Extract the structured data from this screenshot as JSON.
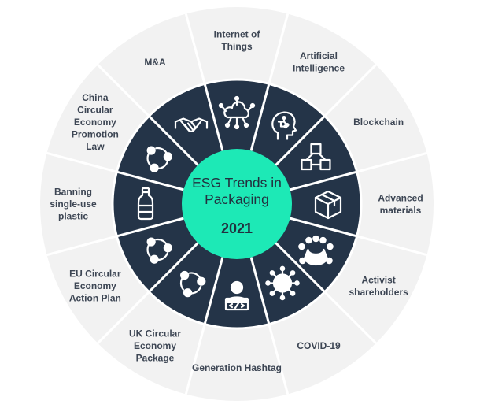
{
  "center": {
    "title_line1": "ESG Trends in",
    "title_line2": "Packaging",
    "year": "2021"
  },
  "colors": {
    "outer_ring": "#f2f2f2",
    "inner_ring": "#243448",
    "center": "#1de9b6",
    "divider": "#ffffff",
    "label_text": "#3d4654"
  },
  "segments": [
    {
      "label_lines": [
        "Internet of",
        "Things"
      ],
      "icon": "iot-cloud-icon"
    },
    {
      "label_lines": [
        "Artificial",
        "Intelligence"
      ],
      "icon": "ai-head-icon"
    },
    {
      "label_lines": [
        "Blockchain"
      ],
      "icon": "blockchain-cubes-icon"
    },
    {
      "label_lines": [
        "Advanced",
        "materials"
      ],
      "icon": "box-icon"
    },
    {
      "label_lines": [
        "Activist",
        "shareholders"
      ],
      "icon": "meeting-table-icon"
    },
    {
      "label_lines": [
        "COVID-19"
      ],
      "icon": "virus-icon"
    },
    {
      "label_lines": [
        "Generation Hashtag"
      ],
      "icon": "person-laptop-icon"
    },
    {
      "label_lines": [
        "UK Circular",
        "Economy",
        "Package"
      ],
      "icon": "circular-arrows-icon"
    },
    {
      "label_lines": [
        "EU Circular",
        "Economy",
        "Action Plan"
      ],
      "icon": "circular-arrows-icon"
    },
    {
      "label_lines": [
        "Banning",
        "single-use",
        "plastic"
      ],
      "icon": "plastic-bottle-icon"
    },
    {
      "label_lines": [
        "China",
        "Circular",
        "Economy",
        "Promotion",
        "Law"
      ],
      "icon": "circular-arrows-icon"
    },
    {
      "label_lines": [
        "M&A"
      ],
      "icon": "handshake-icon"
    }
  ]
}
